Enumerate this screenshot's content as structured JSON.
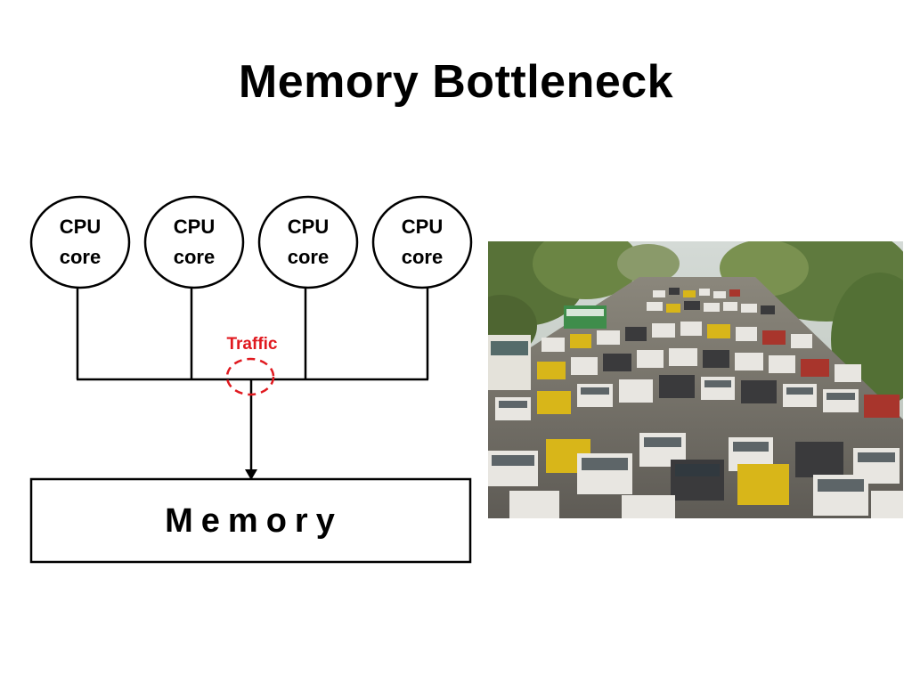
{
  "slide": {
    "title": "Memory Bottleneck"
  },
  "diagram": {
    "cores": [
      {
        "line1": "CPU",
        "line2": "core"
      },
      {
        "line1": "CPU",
        "line2": "core"
      },
      {
        "line1": "CPU",
        "line2": "core"
      },
      {
        "line1": "CPU",
        "line2": "core"
      }
    ],
    "traffic_label": "Traffic",
    "memory_label": "Memory",
    "colors": {
      "line": "#000000",
      "traffic": "#e0191f"
    }
  },
  "photo": {
    "subject": "traffic-jam-photo",
    "colors": {
      "sky": "#c9d2cf",
      "trees": "#5f7a3e",
      "road": "#6d6a63",
      "car_white": "#e8e6e1",
      "car_dark": "#3a3a3c",
      "auto_yellow": "#d8b619",
      "car_red": "#a8352c",
      "bus_green": "#3f8d4b"
    }
  }
}
